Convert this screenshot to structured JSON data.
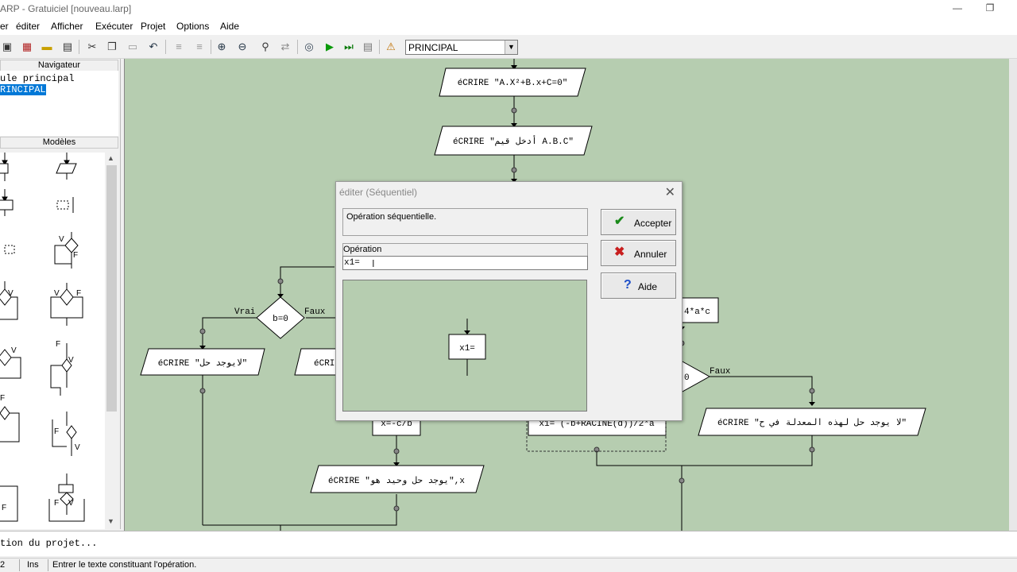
{
  "window": {
    "title": "ARP - Gratuiciel [nouveau.larp]",
    "minimize_glyph": "—",
    "restore_glyph": "❐"
  },
  "menu": [
    "er",
    "éditer",
    "Afficher",
    "Exécuter",
    "Projet",
    "Options",
    "Aide"
  ],
  "toolbar": {
    "icons": [
      "save-icon",
      "delete-icon",
      "open-folder-icon",
      "print-icon",
      "cut-icon",
      "copy-icon",
      "paste-icon",
      "undo-icon",
      "indent-left-icon",
      "indent-right-icon",
      "zoom-in-icon",
      "zoom-out-icon",
      "find-icon",
      "replace-icon",
      "compile-icon",
      "run-icon",
      "step-icon",
      "console-icon",
      "debug-icon"
    ],
    "module_select": "PRINCIPAL"
  },
  "navigator": {
    "header": "Navigateur",
    "items": [
      "ule principal",
      "RINCIPAL"
    ]
  },
  "models": {
    "header": "Modèles",
    "scroll_up": "▲",
    "scroll_down": "▼"
  },
  "flowchart": {
    "io_write_1": "éCRIRE \"A.X²+B.x+C=0\"",
    "io_write_2": "éCRIRE \"أدخل قيم A.B.C\"",
    "decision_b0": "b=0",
    "label_vrai": "Vrai",
    "label_faux": "Faux",
    "io_no_solution": "éCRIRE \"لايوجد حل\"",
    "io_partial": "éCRIRE",
    "assign_x": "x=-c/b",
    "io_unique": "éCRIRE \"يوجد حل وحيد هو\",x",
    "assign_delta": "4*a*c",
    "decision_delta": "0",
    "label_faux_2": "Faux",
    "assign_x1": "x1= (-b+RACINE(d))/2*a",
    "io_no_solution_r": "éCRIRE \"لا يوجد حل لهذه المعدلة في ح\""
  },
  "dialog": {
    "title": "éditer (Séquentiel)",
    "close_glyph": "✕",
    "description": "Opération séquentielle.",
    "operation_label": "Opération",
    "operation_value": "x1=",
    "preview_text": "x1=",
    "accept_label": "Accepter",
    "cancel_label": "Annuler",
    "help_label": "Aide",
    "accept_glyph": "✔",
    "cancel_glyph": "✖",
    "help_glyph": "?"
  },
  "output": {
    "text": "tion du projet..."
  },
  "status": {
    "line": "2",
    "mode": "Ins",
    "hint": "Entrer le texte constituant l'opération."
  },
  "colors": {
    "canvas": "#b6cdb0",
    "selection": "#0078d7",
    "accept_icon": "#1a8a1a",
    "cancel_icon": "#c81e1e",
    "help_icon": "#1e4fc8"
  }
}
